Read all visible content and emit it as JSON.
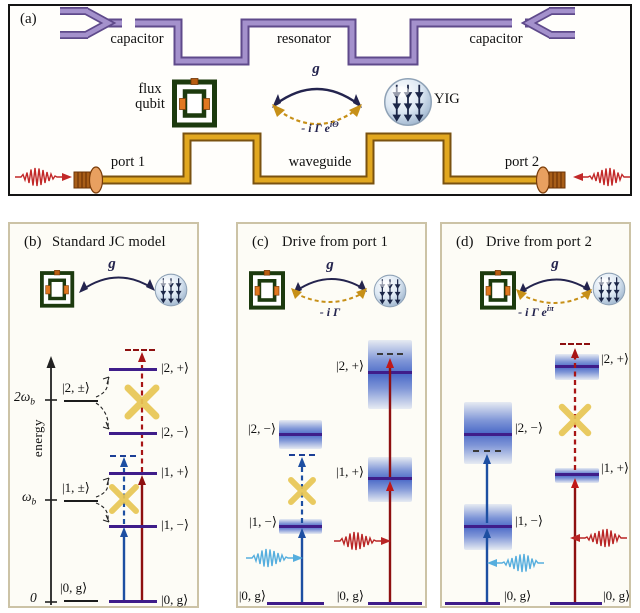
{
  "colors": {
    "resonator_purple": "#a491cc",
    "resonator_edge": "#5f4a8b",
    "waveguide_gold": "#e2a820",
    "waveguide_edge": "#7a5210",
    "level_purple": "#3f1d8a",
    "blue_arrow": "#1d4fa2",
    "red_arrow_solid": "#8e1010",
    "red_arrow_dashed": "#a81515",
    "blockade_x_yellow": "#e8c654",
    "band_blue": "#4e6ecb",
    "pulse_red": "#c22828",
    "pulse_blue": "#56aede",
    "qubit_green": "#1c3a0e",
    "junction_orange": "#e07820",
    "panel_border_tan": "#ccc3a6"
  },
  "panel_a": {
    "tag": "(a)",
    "labels": {
      "capacitor_left": "capacitor",
      "resonator": "resonator",
      "capacitor_right": "capacitor",
      "flux_line1": "flux",
      "flux_line2": "qubit",
      "coupling": "g",
      "dissipative_main": "- i Γ e",
      "dissipative_sup": "iΘ",
      "yig": "YIG",
      "port1": "port 1",
      "waveguide": "waveguide",
      "port2": "port 2"
    }
  },
  "panel_b": {
    "tag": "(b)",
    "title": "Standard JC model",
    "coupling": "g",
    "axis": {
      "label": "energy",
      "tick0": "0",
      "tick1_main": "ω",
      "tick1_sub": "b",
      "tick2_main": "2ω",
      "tick2_sub": "b"
    },
    "bare": {
      "l0": "|0, g⟩",
      "l1": "|1, ±⟩",
      "l2": "|2, ±⟩"
    },
    "dressed": {
      "g0": "|0, g⟩",
      "m1": "|1, −⟩",
      "p1": "|1, +⟩",
      "m2": "|2, −⟩",
      "p2": "|2, +⟩"
    }
  },
  "panel_c": {
    "tag": "(c)",
    "title": "Drive from port 1",
    "coupling": "g",
    "dissipative_main": "- i Γ",
    "levels": {
      "g0_left": "|0, g⟩",
      "m1": "|1, −⟩",
      "m2": "|2, −⟩",
      "g0_right": "|0, g⟩",
      "p1": "|1, +⟩",
      "p2": "|2, +⟩"
    }
  },
  "panel_d": {
    "tag": "(d)",
    "title": "Drive from port 2",
    "coupling": "g",
    "dissipative_main": "- i Γ e",
    "dissipative_sup": "iπ",
    "levels": {
      "g0_left": "|0, g⟩",
      "m1": "|1, −⟩",
      "m2": "|2, −⟩",
      "g0_right": "|0, g⟩",
      "p1": "|1, +⟩",
      "p2": "|2, +⟩"
    }
  }
}
